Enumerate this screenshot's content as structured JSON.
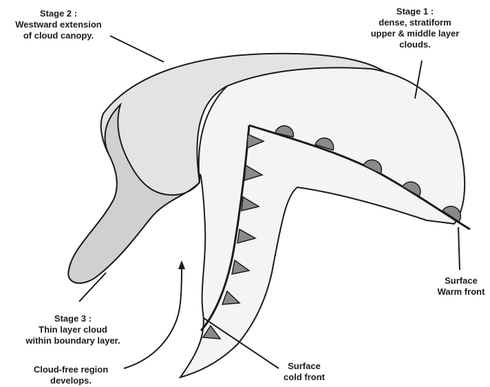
{
  "labels": {
    "stage2": [
      "Stage 2 :",
      "Westward extension",
      "of cloud canopy."
    ],
    "stage1": [
      "Stage 1 :",
      "dense, stratiform",
      "upper & middle layer",
      "clouds."
    ],
    "stage3": [
      "Stage 3 :",
      "Thin layer cloud",
      "within boundary layer."
    ],
    "cloud_free": [
      "Cloud-free region",
      "develops."
    ],
    "cold_front": [
      "Surface",
      "cold front"
    ],
    "warm_front": [
      "Surface",
      "Warm front"
    ]
  },
  "colors": {
    "outline": "#1a1a1a",
    "canopy_fill": "#e3e3e3",
    "shadow_fill": "#d0d0d0",
    "inner_fill": "#f4f4f4",
    "front_symbol": "#8a8a8a"
  }
}
